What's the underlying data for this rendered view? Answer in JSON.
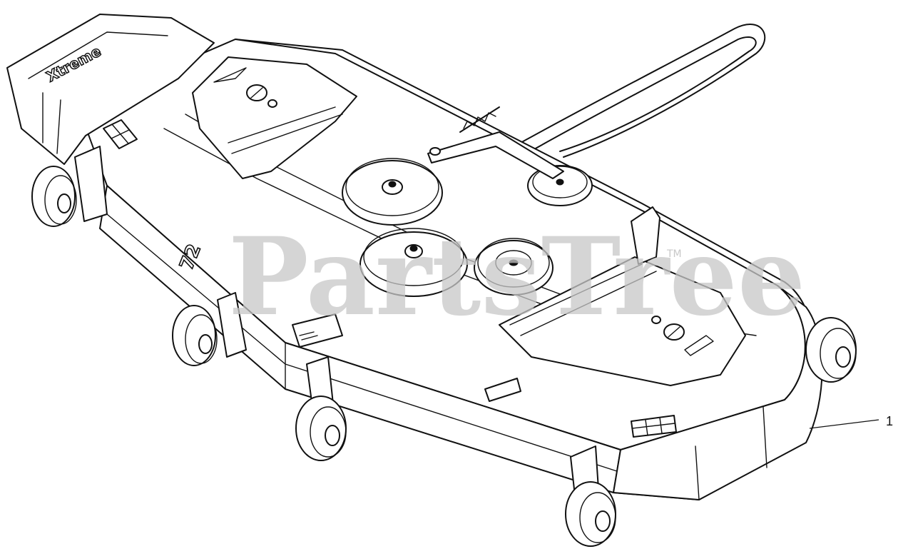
{
  "diagram": {
    "brand_label": "Xtreme",
    "deck_size_label": "72",
    "watermark": "PartsTree",
    "watermark_tm": "TM",
    "callouts": [
      {
        "number": "1"
      }
    ]
  },
  "colors": {
    "line": "#111111",
    "watermark": "#c8c8c8",
    "background": "#ffffff"
  }
}
